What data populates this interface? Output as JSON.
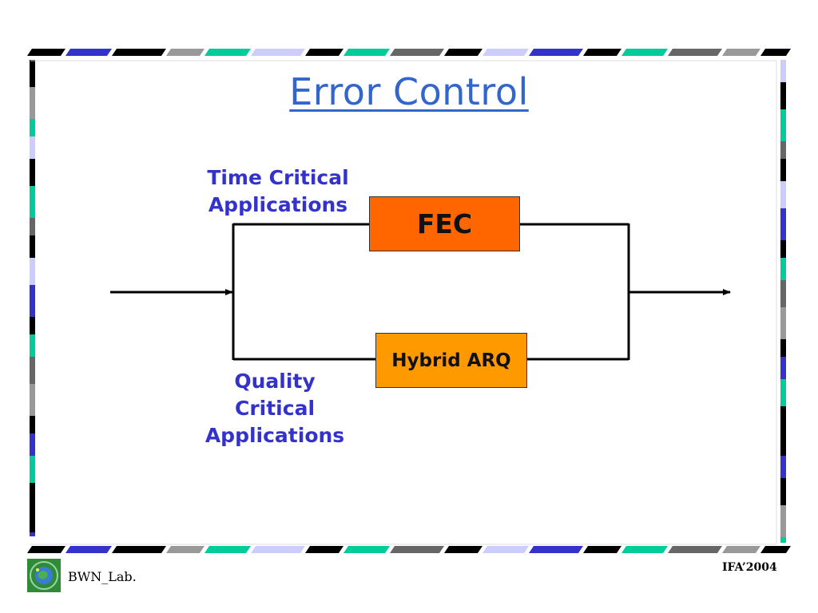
{
  "title": "Error Control",
  "labels": {
    "time_critical": [
      "Time Critical",
      "Applications"
    ],
    "quality_critical": [
      "Quality",
      "Critical",
      "Applications"
    ]
  },
  "boxes": {
    "fec": {
      "label": "FEC",
      "color": "#ff6600"
    },
    "hybrid_arq": {
      "label": "Hybrid ARQ",
      "color": "#ff9900"
    }
  },
  "footer": {
    "left": "BWN_Lab.",
    "right": "IFA’2004"
  },
  "colors": {
    "title": "#3366cc",
    "label": "#3333cc",
    "border_palette": [
      "#000000",
      "#3333cc",
      "#999999",
      "#00cc99",
      "#ccccff",
      "#666666"
    ]
  }
}
